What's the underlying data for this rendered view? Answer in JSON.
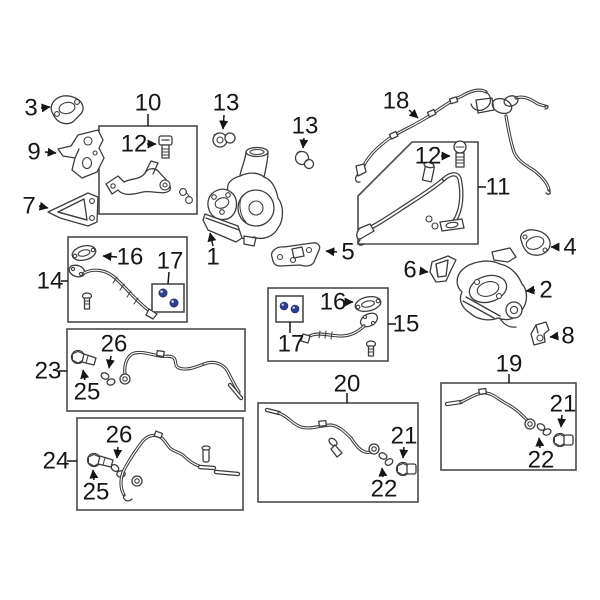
{
  "diagram": {
    "description": "exploded-parts-diagram-turbocharger-and-lines",
    "colors": {
      "background": "#ffffff",
      "line": "#3c3c3c",
      "box_border": "#4a4a4a",
      "label": "#161616",
      "oring": "#2e3f8f",
      "oring_highlight": "#cdd4ee"
    },
    "callouts": {
      "p3": "3",
      "p9": "9",
      "p7": "7",
      "p10": "10",
      "p12a": "12",
      "p13a": "13",
      "p13b": "13",
      "p1": "1",
      "p5": "5",
      "p18": "18",
      "p12b": "12",
      "p11": "11",
      "p4": "4",
      "p6": "6",
      "p2": "2",
      "p8": "8",
      "p14": "14",
      "p16a": "16",
      "p17a": "17",
      "p15": "15",
      "p16b": "16",
      "p17b": "17",
      "p23": "23",
      "p26a": "26",
      "p25a": "25",
      "p24": "24",
      "p26b": "26",
      "p25b": "25",
      "p20": "20",
      "p21a": "21",
      "p22a": "22",
      "p19": "19",
      "p21b": "21",
      "p22b": "22"
    }
  }
}
